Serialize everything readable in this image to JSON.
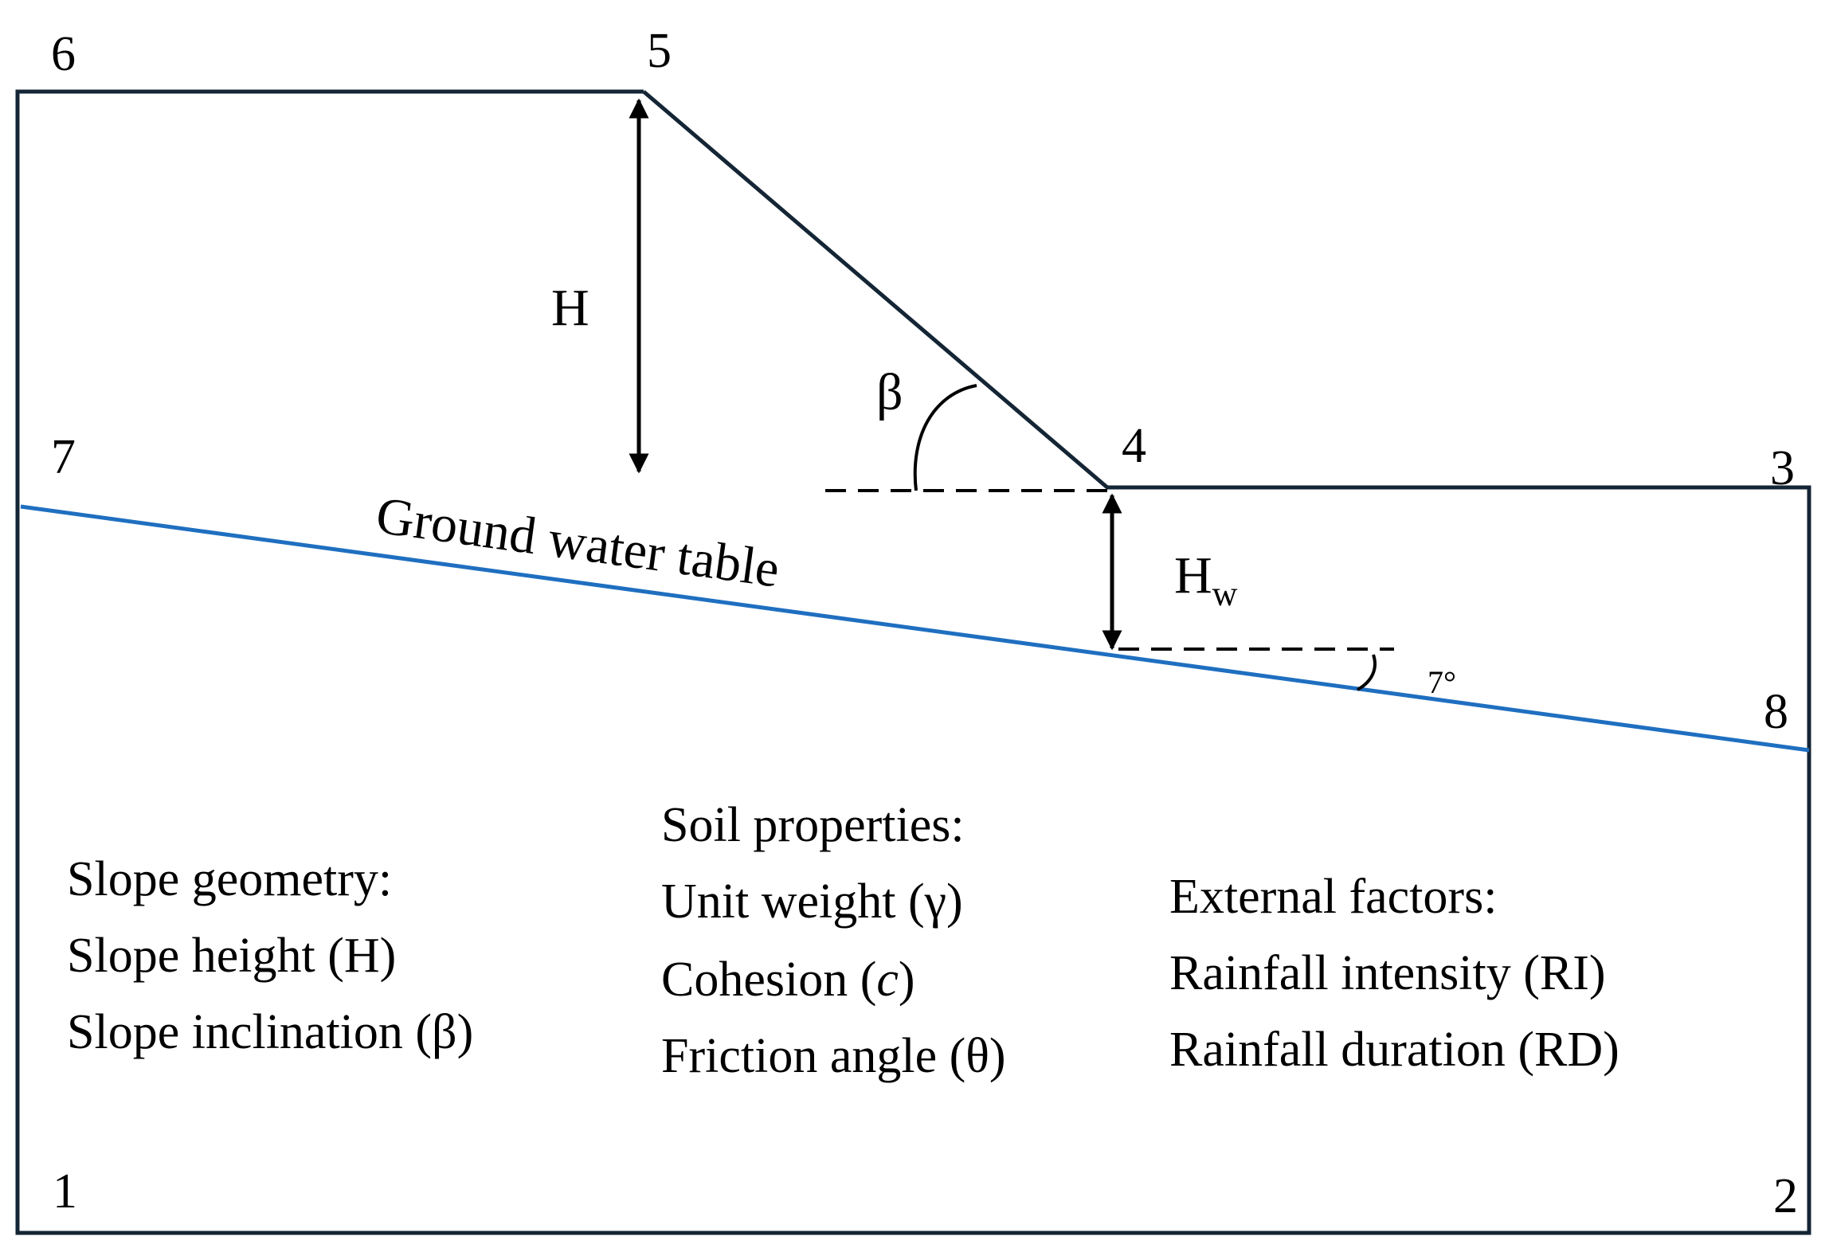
{
  "diagram": {
    "points": {
      "p1": "1",
      "p2": "2",
      "p3": "3",
      "p4": "4",
      "p5": "5",
      "p6": "6",
      "p7": "7",
      "p8": "8"
    },
    "symbols": {
      "height": "H",
      "angle": "β",
      "water_height_main": "H",
      "water_height_sub": "w",
      "gwt_angle": "7°"
    },
    "ground_water_label": "Ground water table",
    "colors": {
      "outline": "#142535",
      "water": "#1f6fc0",
      "text": "#000000"
    }
  },
  "groups": {
    "slope_geometry": {
      "title": "Slope geometry:",
      "items": [
        "Slope height (H)",
        "Slope inclination (β)"
      ]
    },
    "soil_properties": {
      "title": "Soil properties:",
      "items": [
        "Unit weight (γ)",
        "Cohesion (c)",
        "Friction angle (θ)"
      ],
      "cohesion_prefix": "Cohesion (",
      "cohesion_symbol": "c",
      "cohesion_suffix": ")"
    },
    "external_factors": {
      "title": "External factors:",
      "items": [
        "Rainfall intensity (RI)",
        "Rainfall duration (RD)"
      ]
    }
  }
}
